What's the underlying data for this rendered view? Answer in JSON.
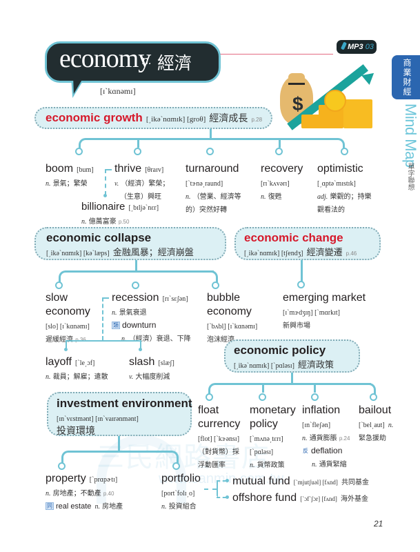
{
  "header": {
    "word": "economy",
    "pos": "n.",
    "zh": "經濟",
    "phonetic": "[ɪˋkɑnəmɪ]",
    "mp3_label": "MP3",
    "mp3_track": "03"
  },
  "sidebar": {
    "tab_label": "商業財經",
    "mindmap_label": "Mind Map",
    "mindmap_sub": "單字聯想"
  },
  "growth": {
    "title": "economic growth",
    "phonetic": "[͵ikəˋnɑmɪk] [groθ]",
    "zh": "經濟成長",
    "page_ref": "p.28",
    "items": [
      {
        "word": "boom",
        "phonetic": "[bum]",
        "pos": "n.",
        "def": "景氣；繁榮"
      },
      {
        "word": "thrive",
        "phonetic": "[θraɪv]",
        "pos": "v.",
        "def": "（經濟）繁榮；",
        "def2": "（生意）興旺"
      },
      {
        "word": "turnaround",
        "phonetic": "[ˋtɝnə͵raund]",
        "pos": "n.",
        "def": "（營業、經濟等",
        "def2": "的）突然好轉"
      },
      {
        "word": "recovery",
        "phonetic": "[rɪˋkʌvərɪ]",
        "pos": "n.",
        "def": "復甦"
      },
      {
        "word": "optimistic",
        "phonetic": "[͵ɑptəˋmɪstɪk]",
        "pos": "adj.",
        "def": "樂觀的；持樂",
        "def2": "觀看法的"
      }
    ],
    "billionaire": {
      "word": "billionaire",
      "phonetic": "[͵bɪljəˋnɛr]",
      "pos": "n.",
      "def": "億萬富豪",
      "page_ref": "p.50"
    }
  },
  "collapse": {
    "title": "economic collapse",
    "phonetic": "[͵ikəˋnɑmɪk] [kəˋlæps]",
    "zh": "金融風暴；經濟崩盤",
    "slow": {
      "word1": "slow",
      "word2": "economy",
      "phonetic": "[slo] [ɪˋkɑnəmɪ]",
      "def": "遲緩經濟",
      "page_ref": "p.36"
    },
    "recession": {
      "word": "recession",
      "phonetic": "[rɪˋsɛʃən]",
      "pos": "n.",
      "def": "景氣衰退",
      "syn_tag": "類",
      "syn_word": "downturn",
      "syn_pos": "n.",
      "syn_def": "（經濟）衰退、下降"
    },
    "bubble": {
      "word1": "bubble",
      "word2": "economy",
      "phonetic": "[ˋbʌbl̩] [ɪˋkɑnəmɪ]",
      "def": "泡沫經濟"
    },
    "layoff": {
      "word": "layoff",
      "phonetic": "[ˋle͵ɔf]",
      "pos": "n.",
      "def": "裁員；解雇；遣散"
    },
    "slash": {
      "word": "slash",
      "phonetic": "[slæʃ]",
      "pos": "v.",
      "def": "大幅度削減"
    }
  },
  "change": {
    "title": "economic change",
    "phonetic": "[͵ikəˋnɑmɪk] [tʃendʒ]",
    "zh": "經濟變遷",
    "page_ref": "p.46",
    "emerging": {
      "word": "emerging market",
      "phonetic": "[ɪˋmɝdʒɪŋ] [ˋmɑrkɪt]",
      "def": "新興市場"
    }
  },
  "policy": {
    "title": "economic policy",
    "phonetic": "[͵ikəˋnɑmɪk] [ˋpɑləsɪ]",
    "zh": "經濟政策",
    "float": {
      "word1": "float",
      "word2": "currency",
      "phonetic": "[flot] [ˋkɝənsɪ]",
      "def": "（對貨幣）採",
      "def2": "浮動匯率"
    },
    "monetary": {
      "word1": "monetary",
      "word2": "policy",
      "phonetic": "[ˋmʌnə͵tɛrɪ]",
      "phonetic2": "[ˋpɑləsɪ]",
      "pos": "n.",
      "def": "貨幣政策"
    },
    "inflation": {
      "word": "inflation",
      "phonetic": "[ɪnˋfleʃən]",
      "pos": "n.",
      "def": "通貨膨脹",
      "page_ref": "p.24",
      "ant_tag": "反",
      "ant_word": "deflation",
      "ant_pos": "n.",
      "ant_def": "通貨緊縮"
    },
    "bailout": {
      "word": "bailout",
      "phonetic": "[ˋbel͵aut]",
      "pos": "n.",
      "def": "緊急援助"
    }
  },
  "investment": {
    "title": "investment environment",
    "phonetic": "[ɪnˋvɛstmənt] [ɪnˋvaɪrənmənt]",
    "zh": "投資環境",
    "property": {
      "word": "property",
      "phonetic": "[ˋprɑpɚtɪ]",
      "pos": "n.",
      "def": "房地產；不動產",
      "page_ref": "p.40",
      "syn_tag": "同",
      "syn_word": "real estate",
      "syn_pos": "n.",
      "syn_def": "房地產"
    },
    "portfolio": {
      "word": "portfolio",
      "phonetic": "[portˋfolɪ͵o]",
      "pos": "n.",
      "def": "投資組合"
    },
    "mutual": {
      "word": "mutual fund",
      "phonetic": "[ˋmjutʃuəl] [fʌnd]",
      "def": "共同基金"
    },
    "offshore": {
      "word": "offshore fund",
      "phonetic": "[ˋɔfˋʃɔr] [fʌnd]",
      "def": "海外基金"
    }
  },
  "watermark": {
    "text": "三民網路書店",
    "url": "www.sanmin.com.tw"
  },
  "footer": {
    "page_number": "21"
  },
  "colors": {
    "accent_teal": "#6fc3d4",
    "red": "#d6192b",
    "dark": "#222d30",
    "tab_blue": "#2b66b0",
    "bubble_fill": "#dcf0f4"
  }
}
